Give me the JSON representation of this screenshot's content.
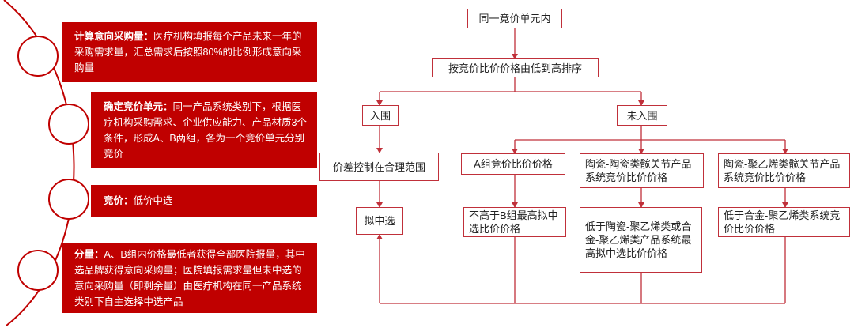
{
  "left_steps": [
    {
      "title": "计算意向采购量：",
      "text": "医疗机构填报每个产品未来一年的采购需求量，汇总需求后按照80%的比例形成意向采购量"
    },
    {
      "title": "确定竞价单元：",
      "text": "同一产品系统类别下，根据医疗机构采购需求、企业供应能力、产品材质3个条件，形成A、B两组，各为一个竞价单元分别竞价"
    },
    {
      "title": "竞价：",
      "text": "低价中选"
    },
    {
      "title": "分量：",
      "text": "A、B组内价格最低者获得全部医院报量，其中选品牌获得意向采购量；医院填报需求量但未中选的意向采购量（即剩余量）由医疗机构在同一产品系统类别下自主选择中选产品"
    }
  ],
  "flow": {
    "top": "同一竞价单元内",
    "sort": "按竞价比价价格由低到高排序",
    "in": "入围",
    "out": "未入围",
    "price_control": "价差控制在合理范围",
    "select": "拟中选",
    "groupA": "A组竞价比价价格",
    "ceramic_ceramic": "陶瓷-陶瓷类髋关节产品系统竞价比价价格",
    "ceramic_pe": "陶瓷-聚乙烯类髋关节产品系统竞价比价价格",
    "groupA_rule": "不高于B组最高拟中选比价价格",
    "cc_rule": "低于陶瓷-聚乙烯类或合金-聚乙烯类产品系统最高拟中选比价价格",
    "cp_rule": "低于合金-聚乙烯类系统竞价比价价格"
  }
}
